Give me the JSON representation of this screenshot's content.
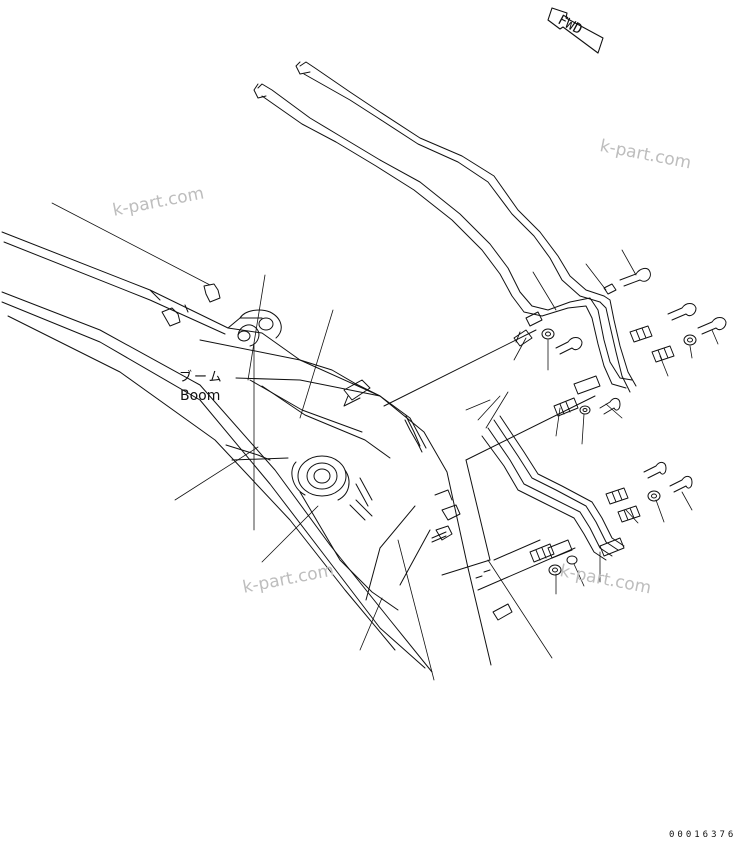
{
  "labels": {
    "boom_jp": "ブーム",
    "boom_en": "Boom",
    "fwd": "FWD",
    "drawing_number": "00016376"
  },
  "watermarks": [
    "k-part.com",
    "k-part.com",
    "k-part.com",
    "k-part.com"
  ],
  "colors": {
    "line": "#111111",
    "watermark": "#bdbdbd",
    "background": "#ffffff"
  }
}
